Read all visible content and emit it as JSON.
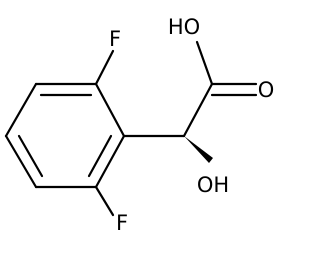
{
  "molecule": {
    "atoms": {
      "fluorine_top": "F",
      "fluorine_bottom": "F",
      "carboxyl_oh": "HO",
      "carbonyl_o": "O",
      "hydroxyl_oh": "OH"
    },
    "colors": {
      "bond": "#000000",
      "label": "#000000",
      "background": "#ffffff"
    }
  }
}
